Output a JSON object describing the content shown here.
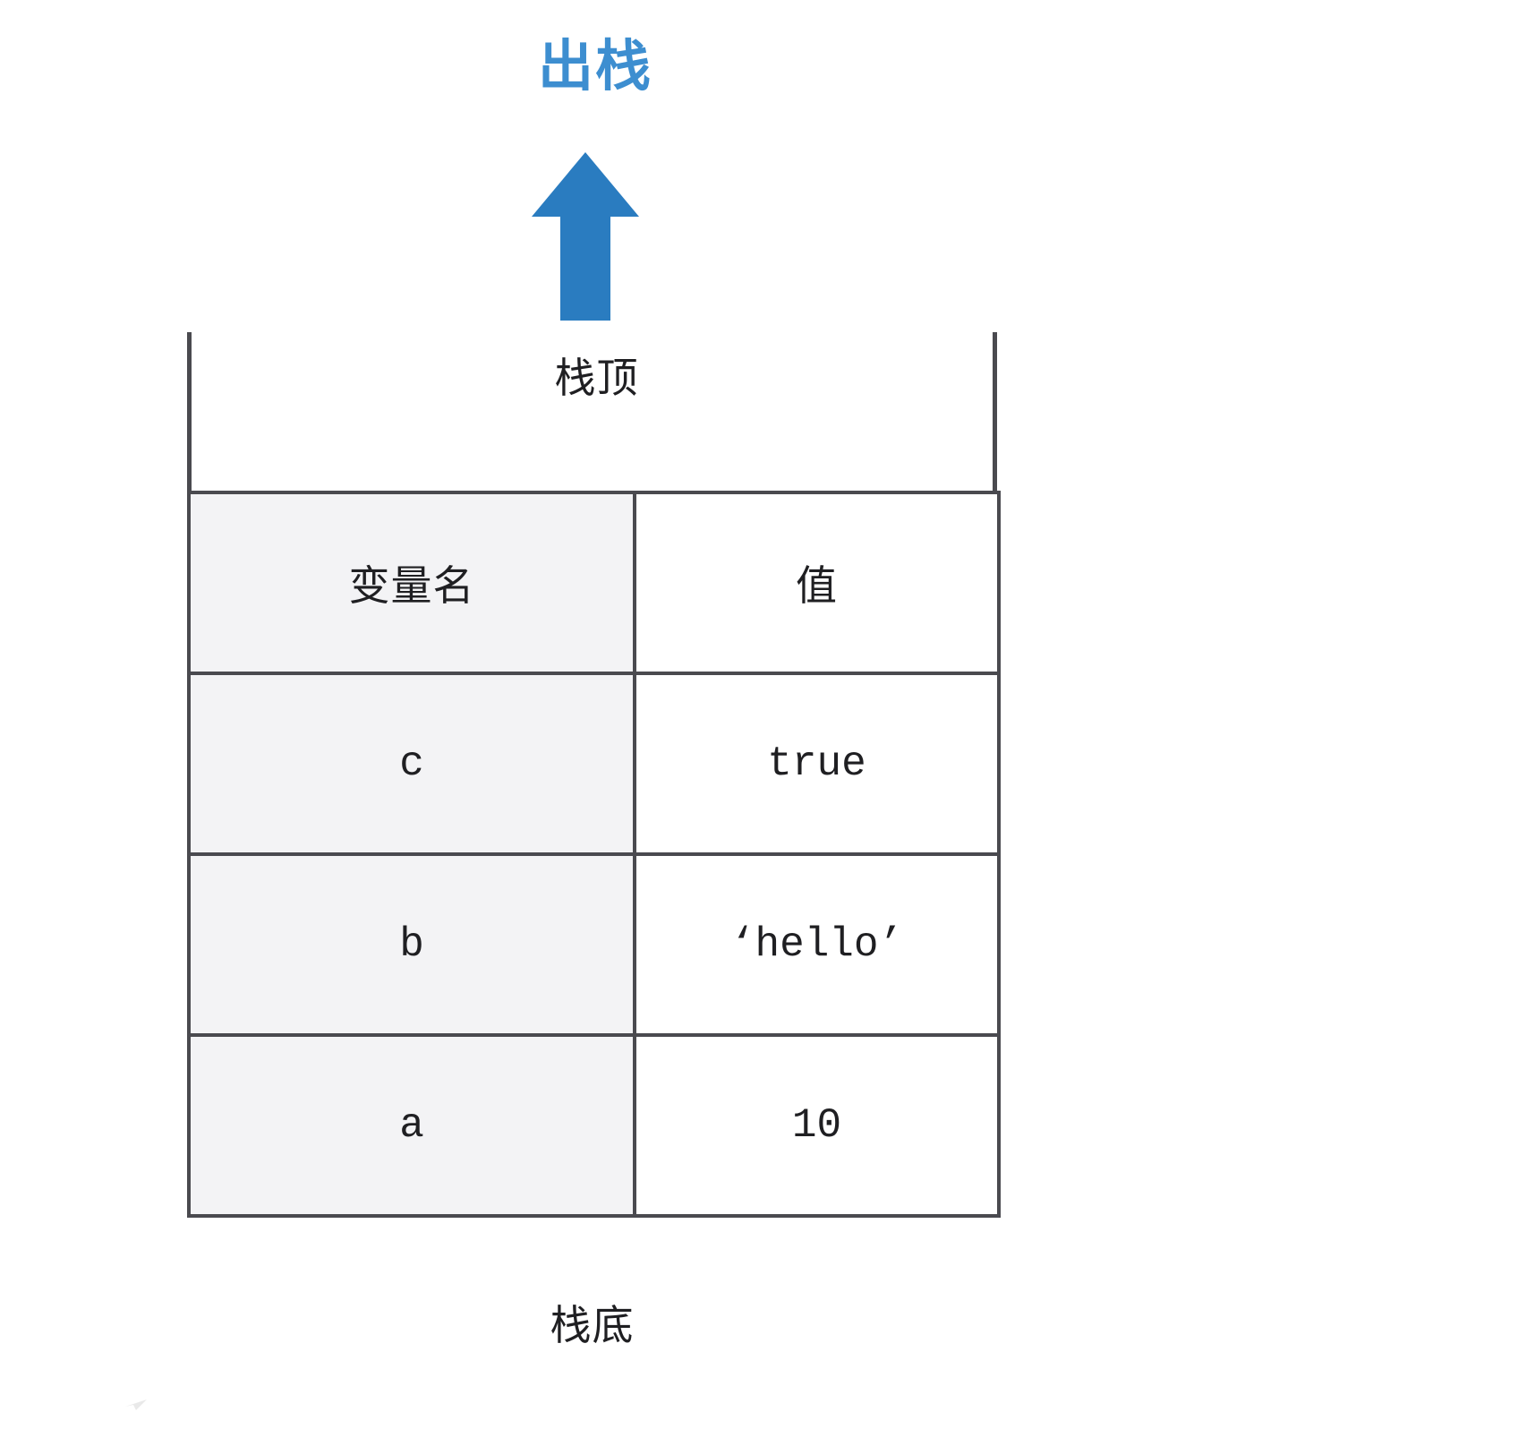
{
  "diagram": {
    "title": "出栈",
    "title_color": "#3d8ed0",
    "arrow": {
      "name": "pop-arrow",
      "direction": "up",
      "color": "#2a7cc0"
    },
    "stack": {
      "top_label": "栈顶",
      "bottom_label": "栈底",
      "border_color": "#4a4a4f",
      "name_column_bg": "#f3f3f5",
      "value_column_bg": "#ffffff",
      "columns": [
        "变量名",
        "值"
      ],
      "rows": [
        {
          "name": "c",
          "value": "true"
        },
        {
          "name": "b",
          "value": "‘hello’"
        },
        {
          "name": "a",
          "value": "10"
        }
      ]
    }
  }
}
